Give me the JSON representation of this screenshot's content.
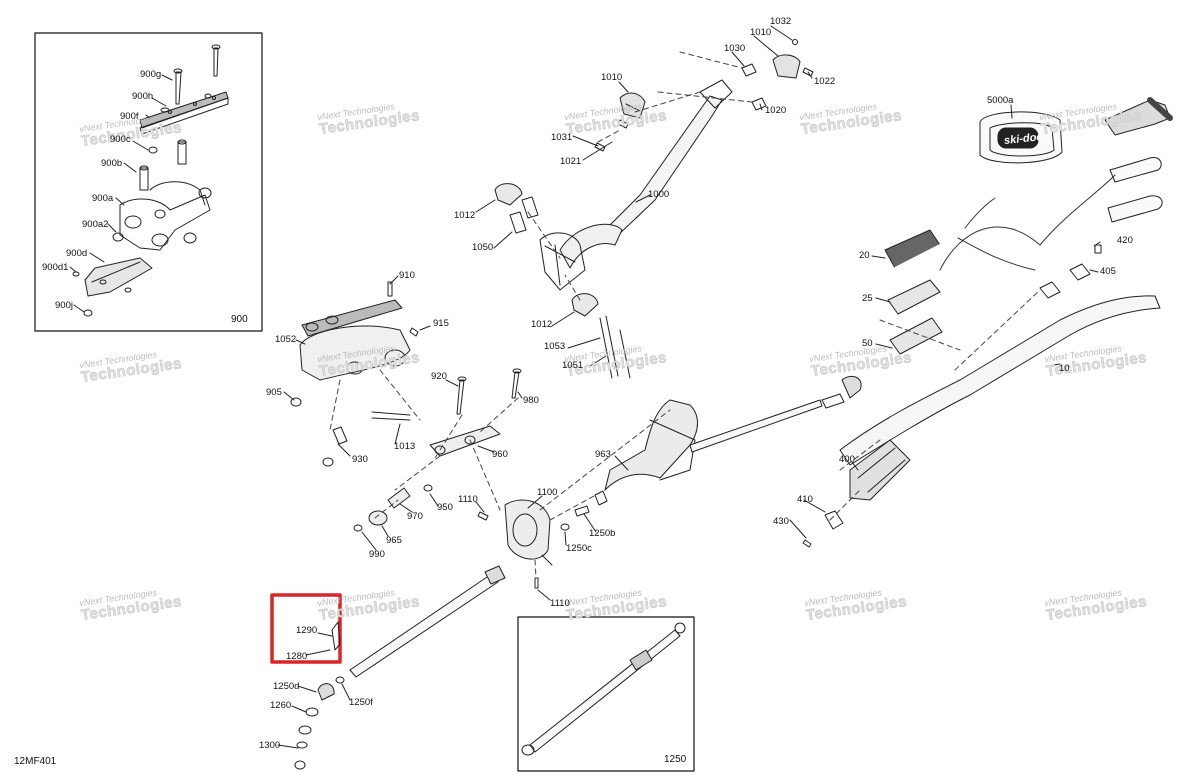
{
  "document_ref": "12MF401",
  "watermark": {
    "line1": "vNext Technologies",
    "line2": "Technologies"
  },
  "inset_900": {
    "label": "900"
  },
  "inset_1250": {
    "label": "1250"
  },
  "logo_text": "ski-doo",
  "highlight_color": "#d9262a",
  "line_color": "#222222",
  "callouts": [
    {
      "id": "900g",
      "text": "900g"
    },
    {
      "id": "900h",
      "text": "900h"
    },
    {
      "id": "900f",
      "text": "900f"
    },
    {
      "id": "900c",
      "text": "900c"
    },
    {
      "id": "900b",
      "text": "900b"
    },
    {
      "id": "900a",
      "text": "900a"
    },
    {
      "id": "900a2",
      "text": "900a2"
    },
    {
      "id": "900d",
      "text": "900d"
    },
    {
      "id": "900d1",
      "text": "900d1"
    },
    {
      "id": "900j",
      "text": "900j"
    },
    {
      "id": "1032",
      "text": "1032"
    },
    {
      "id": "1010a",
      "text": "1010"
    },
    {
      "id": "1030",
      "text": "1030"
    },
    {
      "id": "1022",
      "text": "1022"
    },
    {
      "id": "1010b",
      "text": "1010"
    },
    {
      "id": "1020",
      "text": "1020"
    },
    {
      "id": "1031",
      "text": "1031"
    },
    {
      "id": "1021",
      "text": "1021"
    },
    {
      "id": "1000",
      "text": "1000"
    },
    {
      "id": "1012a",
      "text": "1012"
    },
    {
      "id": "1050",
      "text": "1050"
    },
    {
      "id": "1012b",
      "text": "1012"
    },
    {
      "id": "1053",
      "text": "1053"
    },
    {
      "id": "1051",
      "text": "1051"
    },
    {
      "id": "5000a",
      "text": "5000a"
    },
    {
      "id": "20",
      "text": "20"
    },
    {
      "id": "420",
      "text": "420"
    },
    {
      "id": "405",
      "text": "405"
    },
    {
      "id": "25",
      "text": "25"
    },
    {
      "id": "50",
      "text": "50"
    },
    {
      "id": "10",
      "text": "10"
    },
    {
      "id": "910",
      "text": "910"
    },
    {
      "id": "915",
      "text": "915"
    },
    {
      "id": "1052",
      "text": "1052"
    },
    {
      "id": "905",
      "text": "905"
    },
    {
      "id": "920",
      "text": "920"
    },
    {
      "id": "980",
      "text": "980"
    },
    {
      "id": "1013",
      "text": "1013"
    },
    {
      "id": "930",
      "text": "930"
    },
    {
      "id": "960",
      "text": "960"
    },
    {
      "id": "963",
      "text": "963"
    },
    {
      "id": "400",
      "text": "400"
    },
    {
      "id": "410",
      "text": "410"
    },
    {
      "id": "430",
      "text": "430"
    },
    {
      "id": "1110a",
      "text": "1110"
    },
    {
      "id": "1100",
      "text": "1100"
    },
    {
      "id": "970",
      "text": "970"
    },
    {
      "id": "950",
      "text": "950"
    },
    {
      "id": "1250b",
      "text": "1250b"
    },
    {
      "id": "1250c",
      "text": "1250c"
    },
    {
      "id": "965",
      "text": "965"
    },
    {
      "id": "990",
      "text": "990"
    },
    {
      "id": "1110b",
      "text": "1110"
    },
    {
      "id": "1290",
      "text": "1290"
    },
    {
      "id": "1280",
      "text": "1280"
    },
    {
      "id": "1250d",
      "text": "1250d"
    },
    {
      "id": "1250f",
      "text": "1250f"
    },
    {
      "id": "1260",
      "text": "1260"
    },
    {
      "id": "1300",
      "text": "1300"
    }
  ]
}
